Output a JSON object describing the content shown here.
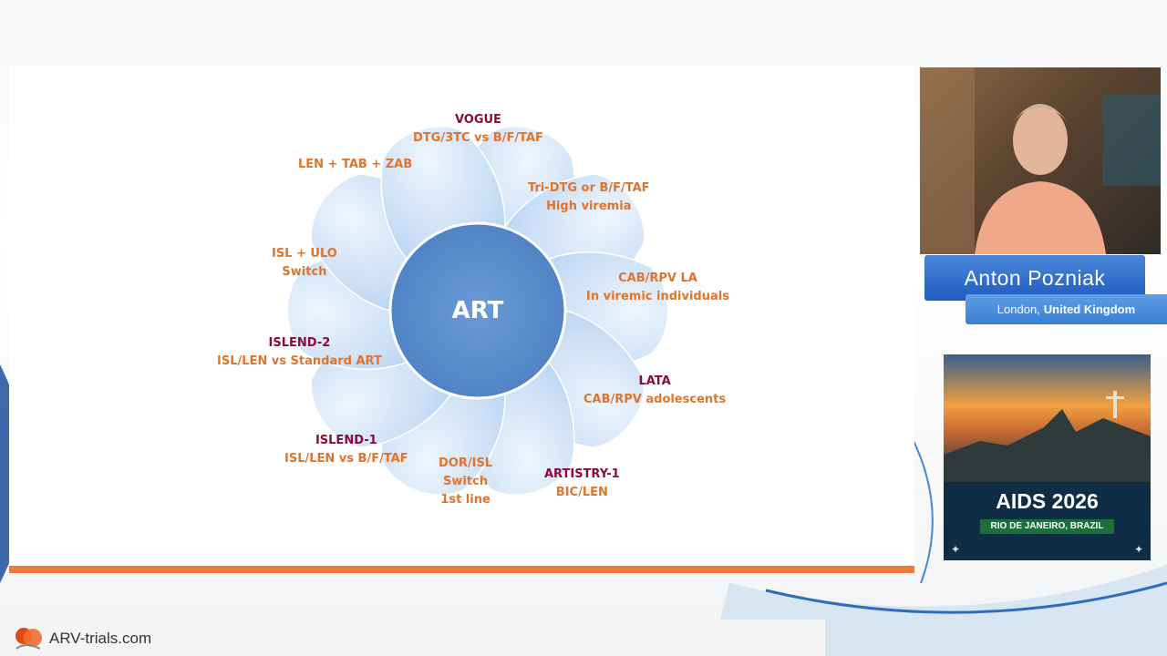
{
  "slide": {
    "center_label": "ART",
    "petals": [
      {
        "title": "VOGUE",
        "sub": [
          "DTG/3TC vs B/F/TAF"
        ]
      },
      {
        "title": "",
        "sub": [
          "Tri-DTG or B/F/TAF",
          "High viremia"
        ]
      },
      {
        "title": "",
        "sub": [
          "CAB/RPV LA",
          "In viremic individuals"
        ]
      },
      {
        "title": "LATA",
        "sub": [
          "CAB/RPV adolescents"
        ]
      },
      {
        "title": "ARTISTRY-1",
        "sub": [
          "BIC/LEN"
        ]
      },
      {
        "title": "",
        "sub": [
          "DOR/ISL",
          "Switch",
          "1st line"
        ]
      },
      {
        "title": "ISLEND-1",
        "sub": [
          "ISL/LEN vs B/F/TAF"
        ]
      },
      {
        "title": "ISLEND-2",
        "sub": [
          "ISL/LEN vs Standard ART"
        ]
      },
      {
        "title": "",
        "sub": [
          "ISL + ULO",
          "Switch"
        ]
      },
      {
        "title": "",
        "sub": [
          "LEN + TAB + ZAB"
        ]
      }
    ]
  },
  "speaker": {
    "name": "Anton Pozniak",
    "city": "London,",
    "country": "United Kingdom"
  },
  "promo": {
    "title": "AIDS 2026",
    "subtitle": "RIO DE JANEIRO, BRAZIL"
  },
  "footer": {
    "site": "ARV-trials.com"
  },
  "colors": {
    "petal_title": "#8b0a3a",
    "petal_sub": "#e0742b",
    "center": "#5a8ccc",
    "accent_bar": "#ee7a3a",
    "nameplate": "#2a6acb"
  }
}
